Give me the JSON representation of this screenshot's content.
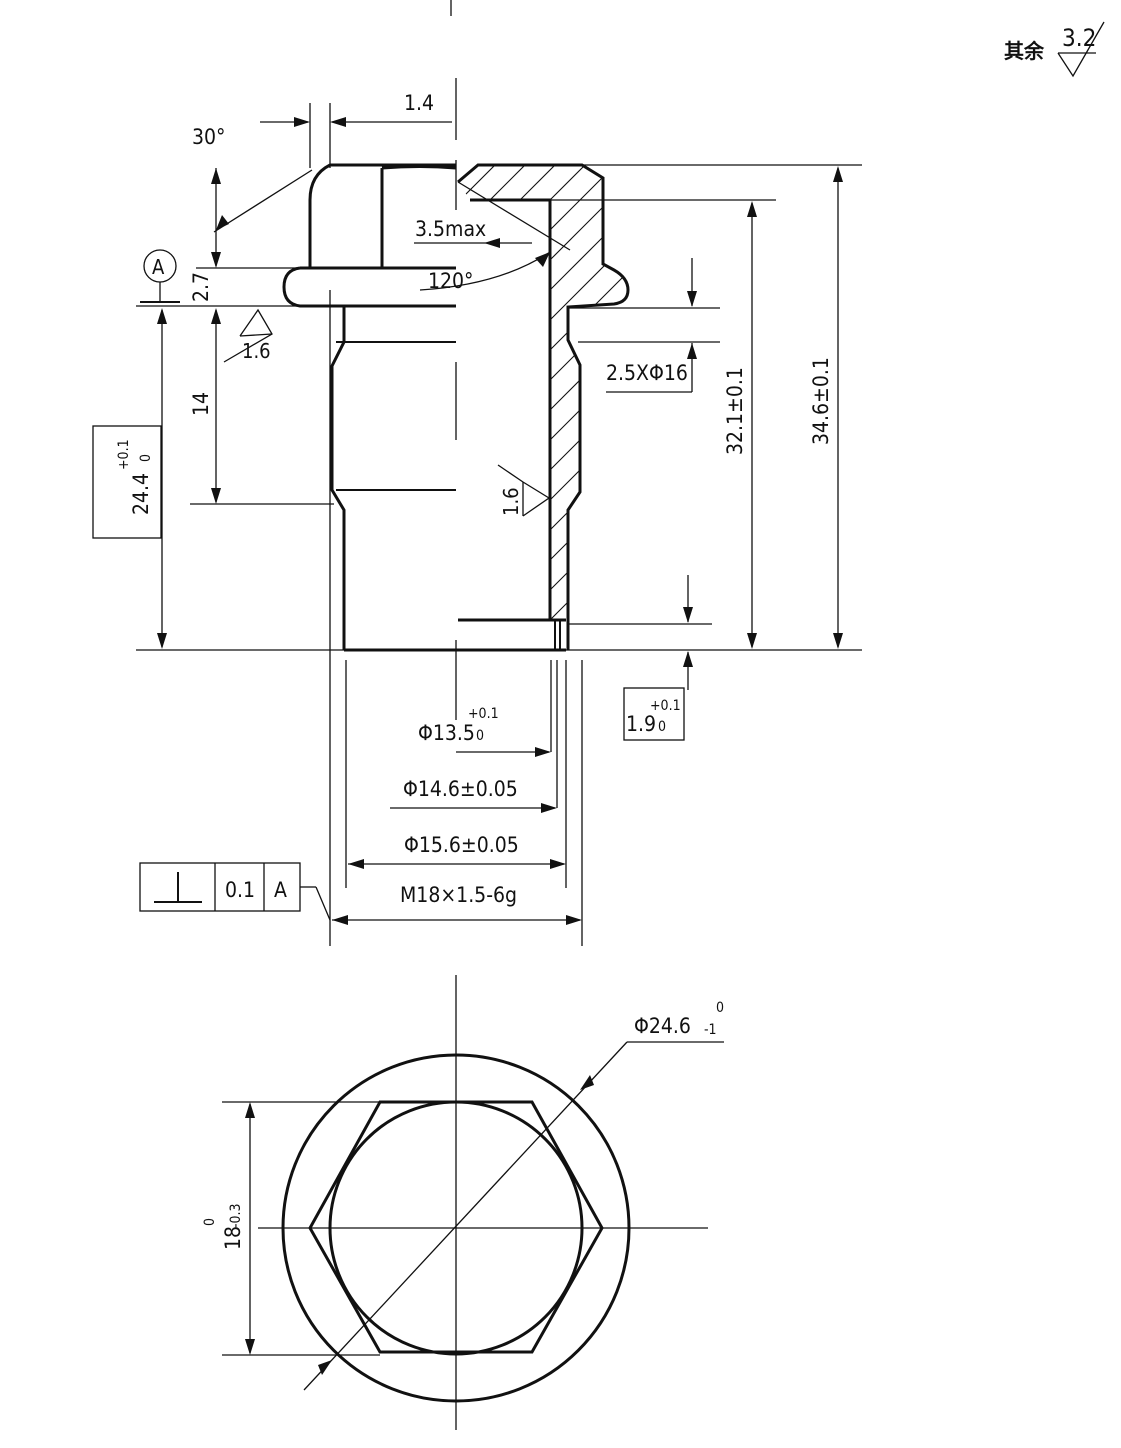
{
  "surface_note": {
    "label": "其余",
    "value": "3.2"
  },
  "dimensions": {
    "chamfer_width": "1.4",
    "chamfer_angle": "30°",
    "counterbore_depth": "3.5max",
    "cone_angle": "120°",
    "flange_thickness": "2.7",
    "thread_length": "14",
    "inner_length": "24.4",
    "inner_length_tol_upper": "+0.1",
    "inner_length_tol_lower": "0",
    "groove": "2.5XΦ16",
    "height_inner": "32.1±0.1",
    "height_total": "34.6±0.1",
    "step": "1.9",
    "step_tol_upper": "+0.1",
    "step_tol_lower": "0",
    "bore_diameter": "Φ13.5",
    "bore_tol_upper": "+0.1",
    "bore_tol_lower": "0",
    "diameter_146": "Φ14.6±0.05",
    "diameter_156": "Φ15.6±0.05",
    "thread_spec": "M18×1.5-6g",
    "outer_diameter": "Φ24.6",
    "outer_diameter_tol_upper": "0",
    "outer_diameter_tol_lower": "-1",
    "hex_across_flats": "18",
    "hex_tol_upper": "0",
    "hex_tol_lower": "-0.3"
  },
  "roughness": {
    "face": "1.6",
    "bore": "1.6"
  },
  "datum": {
    "label": "A"
  },
  "tolerance_frame": {
    "symbol": "⊥",
    "value": "0.1",
    "datum": "A"
  }
}
